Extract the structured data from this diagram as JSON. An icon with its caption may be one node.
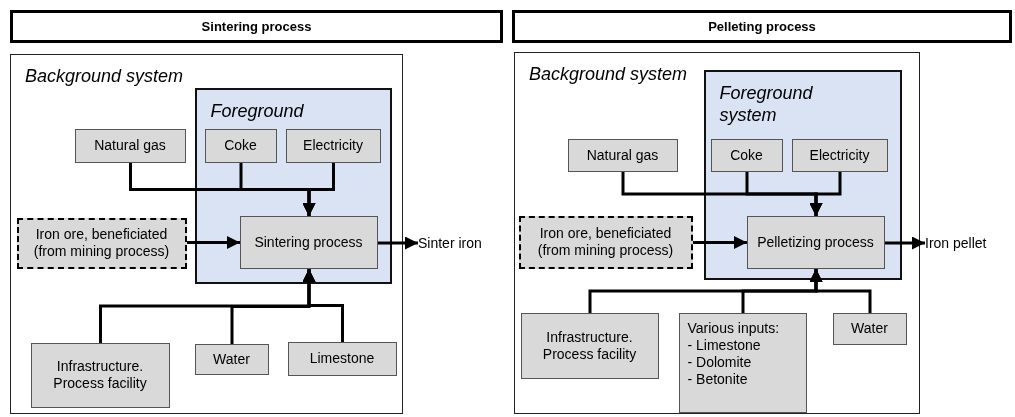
{
  "diagram": {
    "nodes": [
      {
        "text": [
          "Sintering process"
        ]
      },
      {
        "text": [
          "Background system"
        ]
      },
      {
        "text": [
          "Foreground"
        ],
        "in": 1
      },
      {
        "text": [
          "Natural gas"
        ],
        "in": 1
      },
      {
        "text": [
          "Coke"
        ],
        "in": 2
      },
      {
        "text": [
          "Electricity"
        ],
        "in": 2
      },
      {
        "text": [
          "Iron ore, beneficiated (from mining process)"
        ],
        "in": 1
      },
      {
        "text": [
          "Sintering process"
        ],
        "in": 2
      },
      {
        "text": [
          "Sinter iron"
        ]
      },
      {
        "text": [
          "Infrastructure. Process facility"
        ],
        "in": 1
      },
      {
        "text": [
          "Water"
        ],
        "in": 1
      },
      {
        "text": [
          "Limestone"
        ],
        "in": 1
      },
      {
        "text": [
          "Pelleting process"
        ]
      },
      {
        "text": [
          "Background system"
        ]
      },
      {
        "text": [
          "Foreground system"
        ],
        "in": 13
      },
      {
        "text": [
          "Natural gas"
        ],
        "in": 13
      },
      {
        "text": [
          "Coke"
        ],
        "in": 14
      },
      {
        "text": [
          "Electricity"
        ],
        "in": 14
      },
      {
        "text": [
          "Iron ore, beneficiated (from mining process)"
        ],
        "in": 13
      },
      {
        "text": [
          "Pelletizing process"
        ],
        "in": 14
      },
      {
        "text": [
          "Iron pellet"
        ]
      },
      {
        "text": [
          "Infrastructure. Process facility"
        ],
        "in": 13
      },
      {
        "text": [
          "Various inputs:",
          "- Limestone",
          "- Dolomite",
          "- Betonite"
        ],
        "in": 13
      },
      {
        "text": [
          "Water"
        ],
        "in": 13
      }
    ],
    "edges": [
      {
        "from": 3,
        "to": 7,
        "arrow": "to"
      },
      {
        "from": 4,
        "to": 7,
        "arrow": "to"
      },
      {
        "from": 5,
        "to": 7,
        "arrow": "to"
      },
      {
        "from": 6,
        "to": 7,
        "arrow": "to"
      },
      {
        "from": 7,
        "to": 8,
        "arrow": "to"
      },
      {
        "from": 9,
        "to": 7,
        "arrow": "to"
      },
      {
        "from": 10,
        "to": 7,
        "arrow": "to"
      },
      {
        "from": 11,
        "to": 7,
        "arrow": "to"
      },
      {
        "from": 15,
        "to": 19,
        "arrow": "to"
      },
      {
        "from": 16,
        "to": 19,
        "arrow": "to"
      },
      {
        "from": 17,
        "to": 19,
        "arrow": "to"
      },
      {
        "from": 18,
        "to": 19,
        "arrow": "to"
      },
      {
        "from": 19,
        "to": 20,
        "arrow": "to"
      },
      {
        "from": 21,
        "to": 19,
        "arrow": "to"
      },
      {
        "from": 22,
        "to": 19,
        "arrow": "to"
      },
      {
        "from": 23,
        "to": 19,
        "arrow": "to"
      }
    ]
  }
}
